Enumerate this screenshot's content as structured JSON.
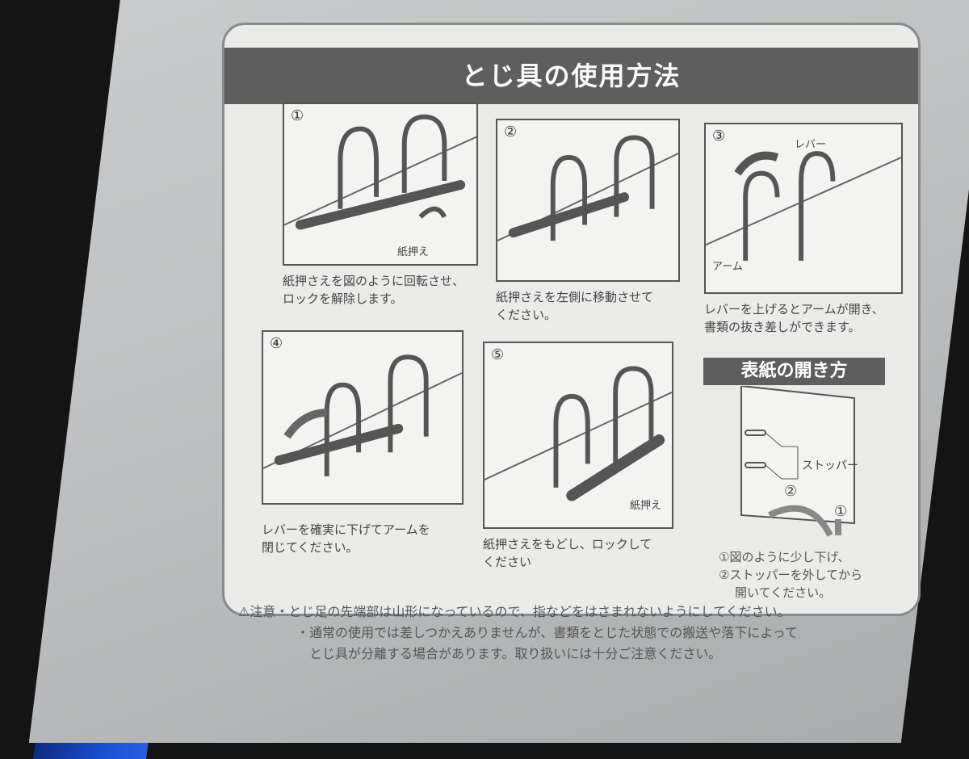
{
  "title": "とじ具の使用方法",
  "steps": [
    {
      "num": "①",
      "label": "紙押え",
      "caption": [
        "紙押さえを図のように回転させ、",
        "ロックを解除します。"
      ]
    },
    {
      "num": "②",
      "caption": [
        "紙押さえを左側に移動させて",
        "ください。"
      ]
    },
    {
      "num": "③",
      "label": "レバー",
      "label2": "アーム",
      "caption": [
        "レバーを上げるとアームが開き、",
        "書類の抜き差しができます。"
      ]
    },
    {
      "num": "④",
      "caption": [
        "レバーを確実に下げてアームを",
        "閉じてください。"
      ]
    },
    {
      "num": "⑤",
      "label": "紙押え",
      "caption": [
        "紙押さえをもどし、ロックして",
        "ください"
      ]
    }
  ],
  "cover": {
    "title": "表紙の開き方",
    "stopper_label": "ストッパー",
    "mark1": "①",
    "mark2": "②",
    "caption": [
      "①図のように少し下げ、",
      "②ストッパーを外してから",
      "開いてください。"
    ]
  },
  "caution": {
    "icon": "warning-triangle-icon",
    "heading": "注意",
    "lines": [
      "・とじ足の先端部は山形になっているので、指などをはさまれないようにしてください。",
      "・通常の使用では差しつかえありませんが、書類をとじた状態での搬送や落下によって",
      "とじ具が分離する場合があります。取り扱いには十分ご注意ください。"
    ]
  },
  "colors": {
    "binder": "#1a4fd0",
    "header": "#5e5e5e",
    "panel": "#ebebea"
  }
}
